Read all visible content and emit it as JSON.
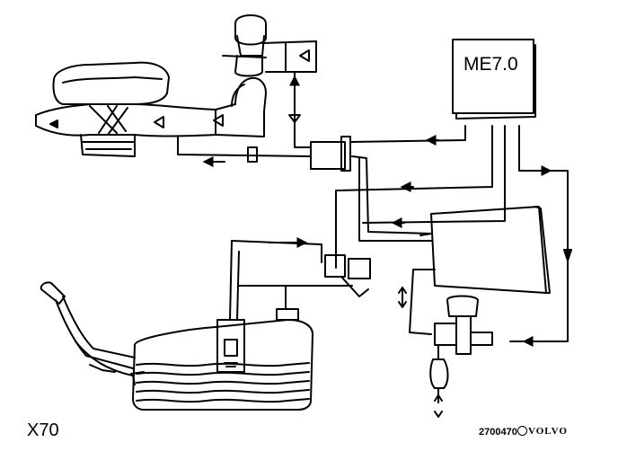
{
  "diagram": {
    "ecu_label": "ME7.0",
    "figure_code": "X70",
    "reference_number": "2700470",
    "brand": "VOLVO"
  },
  "colors": {
    "ink": "#000000",
    "paper": "#ffffff"
  }
}
